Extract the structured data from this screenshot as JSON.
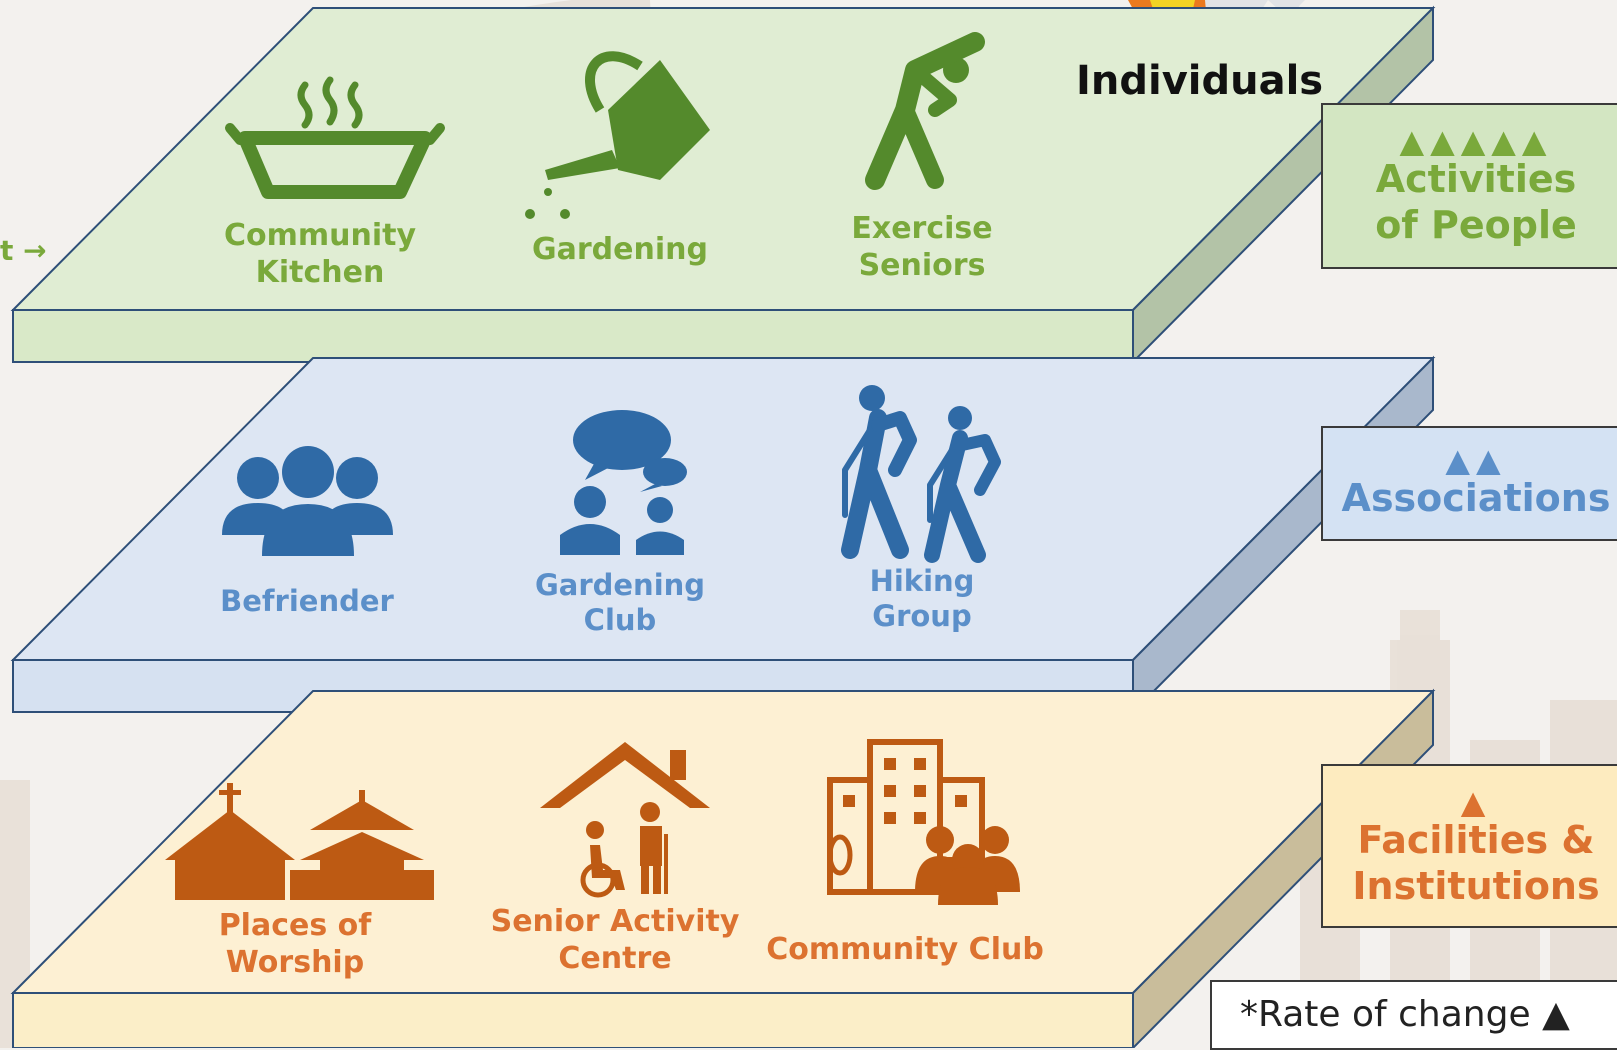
{
  "individuals_label": "Individuals",
  "edge_text": "t →",
  "layers": {
    "activities": {
      "color": "#7aa93b",
      "items": [
        {
          "icon": "cooking-pot-icon",
          "line1": "Community",
          "line2": "Kitchen"
        },
        {
          "icon": "watering-can-icon",
          "line1": "Gardening",
          "line2": ""
        },
        {
          "icon": "stretching-person-icon",
          "line1": "Exercise",
          "line2": "Seniors"
        }
      ],
      "box": {
        "triangles": "▲▲▲▲▲",
        "line1": "Activities",
        "line2": "of People"
      }
    },
    "associations": {
      "color": "#5b8fc9",
      "items": [
        {
          "icon": "group-people-icon",
          "line1": "Befriender",
          "line2": ""
        },
        {
          "icon": "chat-people-icon",
          "line1": "Gardening",
          "line2": "Club"
        },
        {
          "icon": "hikers-icon",
          "line1": "Hiking",
          "line2": "Group"
        }
      ],
      "box": {
        "triangles": "▲▲",
        "line1": "Associations",
        "line2": ""
      }
    },
    "facilities": {
      "color": "#dc7230",
      "items": [
        {
          "icon": "church-temple-icon",
          "line1": "Places of",
          "line2": "Worship"
        },
        {
          "icon": "house-seniors-icon",
          "line1": "Senior Activity",
          "line2": "Centre"
        },
        {
          "icon": "buildings-people-icon",
          "line1": "Community Club",
          "line2": ""
        }
      ],
      "box": {
        "triangles": "▲",
        "line1": "Facilities &",
        "line2": "Institutions"
      }
    }
  },
  "rate_note": "*Rate of change ▲"
}
